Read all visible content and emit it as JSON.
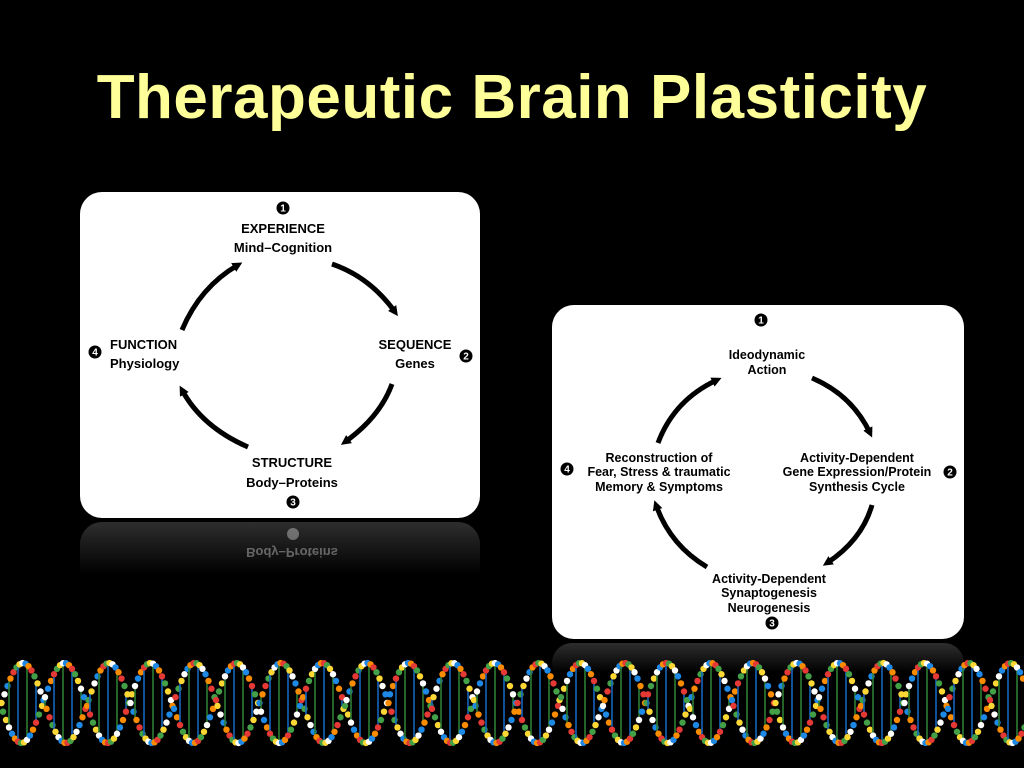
{
  "slide": {
    "title": "Therapeutic Brain Plasticity"
  },
  "diagram_1": {
    "nodes": [
      {
        "number": "1",
        "line1": "EXPERIENCE",
        "line2": "Mind–Cognition"
      },
      {
        "number": "2",
        "line1": "SEQUENCE",
        "line2": "Genes"
      },
      {
        "number": "3",
        "line1": "STRUCTURE",
        "line2": "Body–Proteins"
      },
      {
        "number": "4",
        "line1": "FUNCTION",
        "line2": "Physiology"
      }
    ]
  },
  "diagram_2": {
    "nodes": [
      {
        "number": "1",
        "lines": [
          "Ideodynamic",
          "Action"
        ]
      },
      {
        "number": "2",
        "lines": [
          "Activity-Dependent",
          "Gene Expression/Protein",
          "Synthesis Cycle"
        ]
      },
      {
        "number": "3",
        "lines": [
          "Activity-Dependent",
          "Synaptogenesis",
          "Neurogenesis"
        ]
      },
      {
        "number": "4",
        "lines": [
          "Reconstruction of",
          "Fear, Stress & traumatic",
          "Memory & Symptoms"
        ]
      }
    ]
  },
  "colors": {
    "title": "#ffff99",
    "background": "#000000",
    "panel": "#ffffff"
  }
}
